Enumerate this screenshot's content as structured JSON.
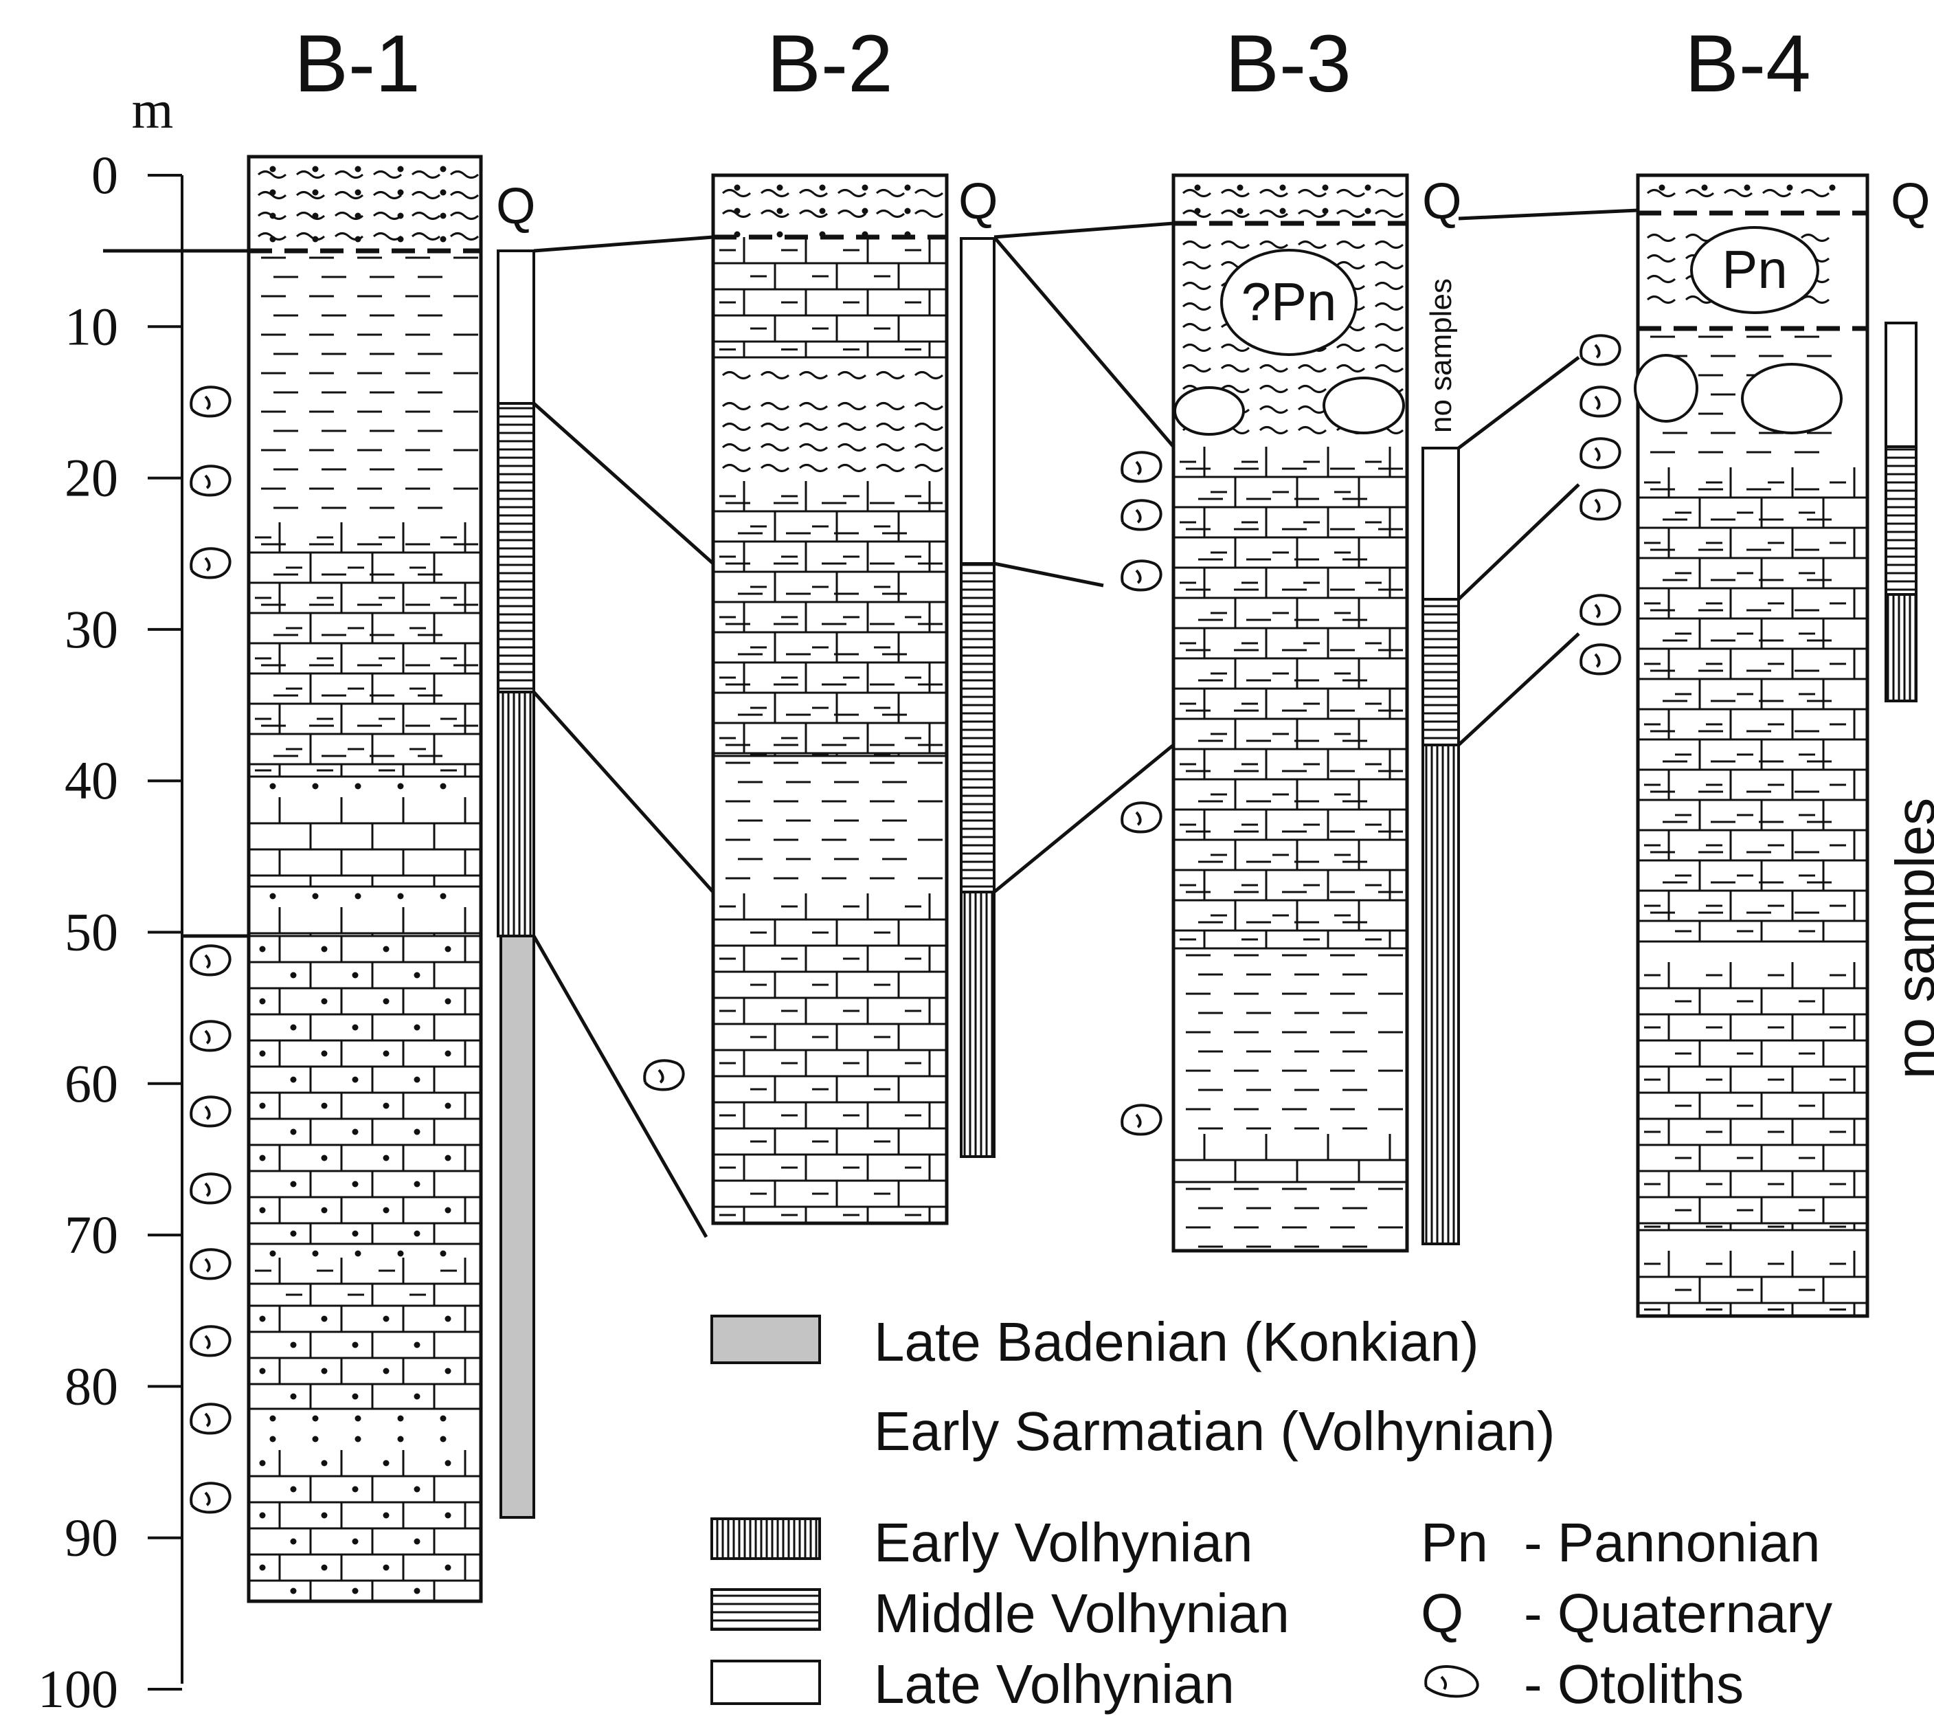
{
  "axis": {
    "unit": "m",
    "ticks": [
      "0",
      "10",
      "20",
      "30",
      "40",
      "50",
      "60",
      "70",
      "80",
      "90",
      "100"
    ]
  },
  "boreholes": [
    {
      "label": "B-1",
      "top_unit": "Q"
    },
    {
      "label": "B-2",
      "top_unit": "Q"
    },
    {
      "label": "B-3",
      "top_unit": "Q",
      "inset_label": "?Pn",
      "column_note": "no samples"
    },
    {
      "label": "B-4",
      "top_unit": "Q",
      "inset_label": "Pn",
      "column_note": "no samples"
    }
  ],
  "legend": {
    "late_badenian": "Late Badenian (Konkian)",
    "early_sarmatian": "Early Sarmatian (Volhynian)",
    "early_volhynian": "Early Volhynian",
    "middle_volhynian": "Middle Volhynian",
    "late_volhynian": "Late Volhynian",
    "pn_abbr": "Pn",
    "pn_desc": "- Pannonian",
    "q_abbr": "Q",
    "q_desc": "- Quaternary",
    "otolith_desc": "- Otoliths"
  },
  "colors": {
    "line": "#111111",
    "badenian_fill": "#c4c4c4",
    "background": "#ffffff"
  }
}
